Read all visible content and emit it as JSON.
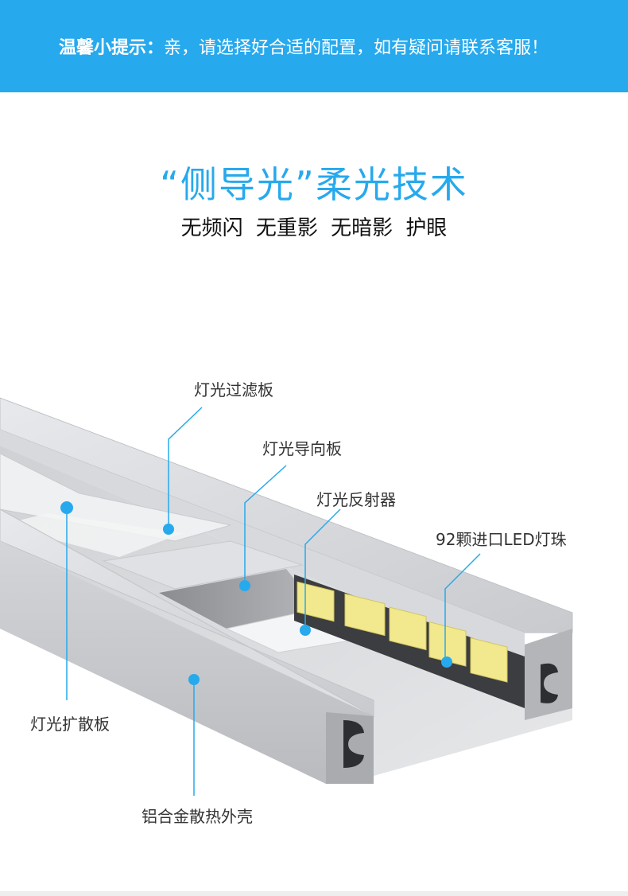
{
  "banner": {
    "label": "温馨小提示：",
    "message": "亲，请选择好合适的配置，如有疑问请联系客服！"
  },
  "headline": "“侧导光”柔光技术",
  "features": [
    "无频闪",
    "无重影",
    "无暗影",
    "护眼"
  ],
  "callouts": {
    "filter": "灯光过滤板",
    "guide": "灯光导向板",
    "reflector": "灯光反射器",
    "led": "92颗进口LED灯珠",
    "diffuser": "灯光扩散板",
    "housing": "铝合金散热外壳"
  },
  "colors": {
    "banner": "#27a9ed",
    "accent": "#27a9ed",
    "led": "#f2e88e"
  }
}
